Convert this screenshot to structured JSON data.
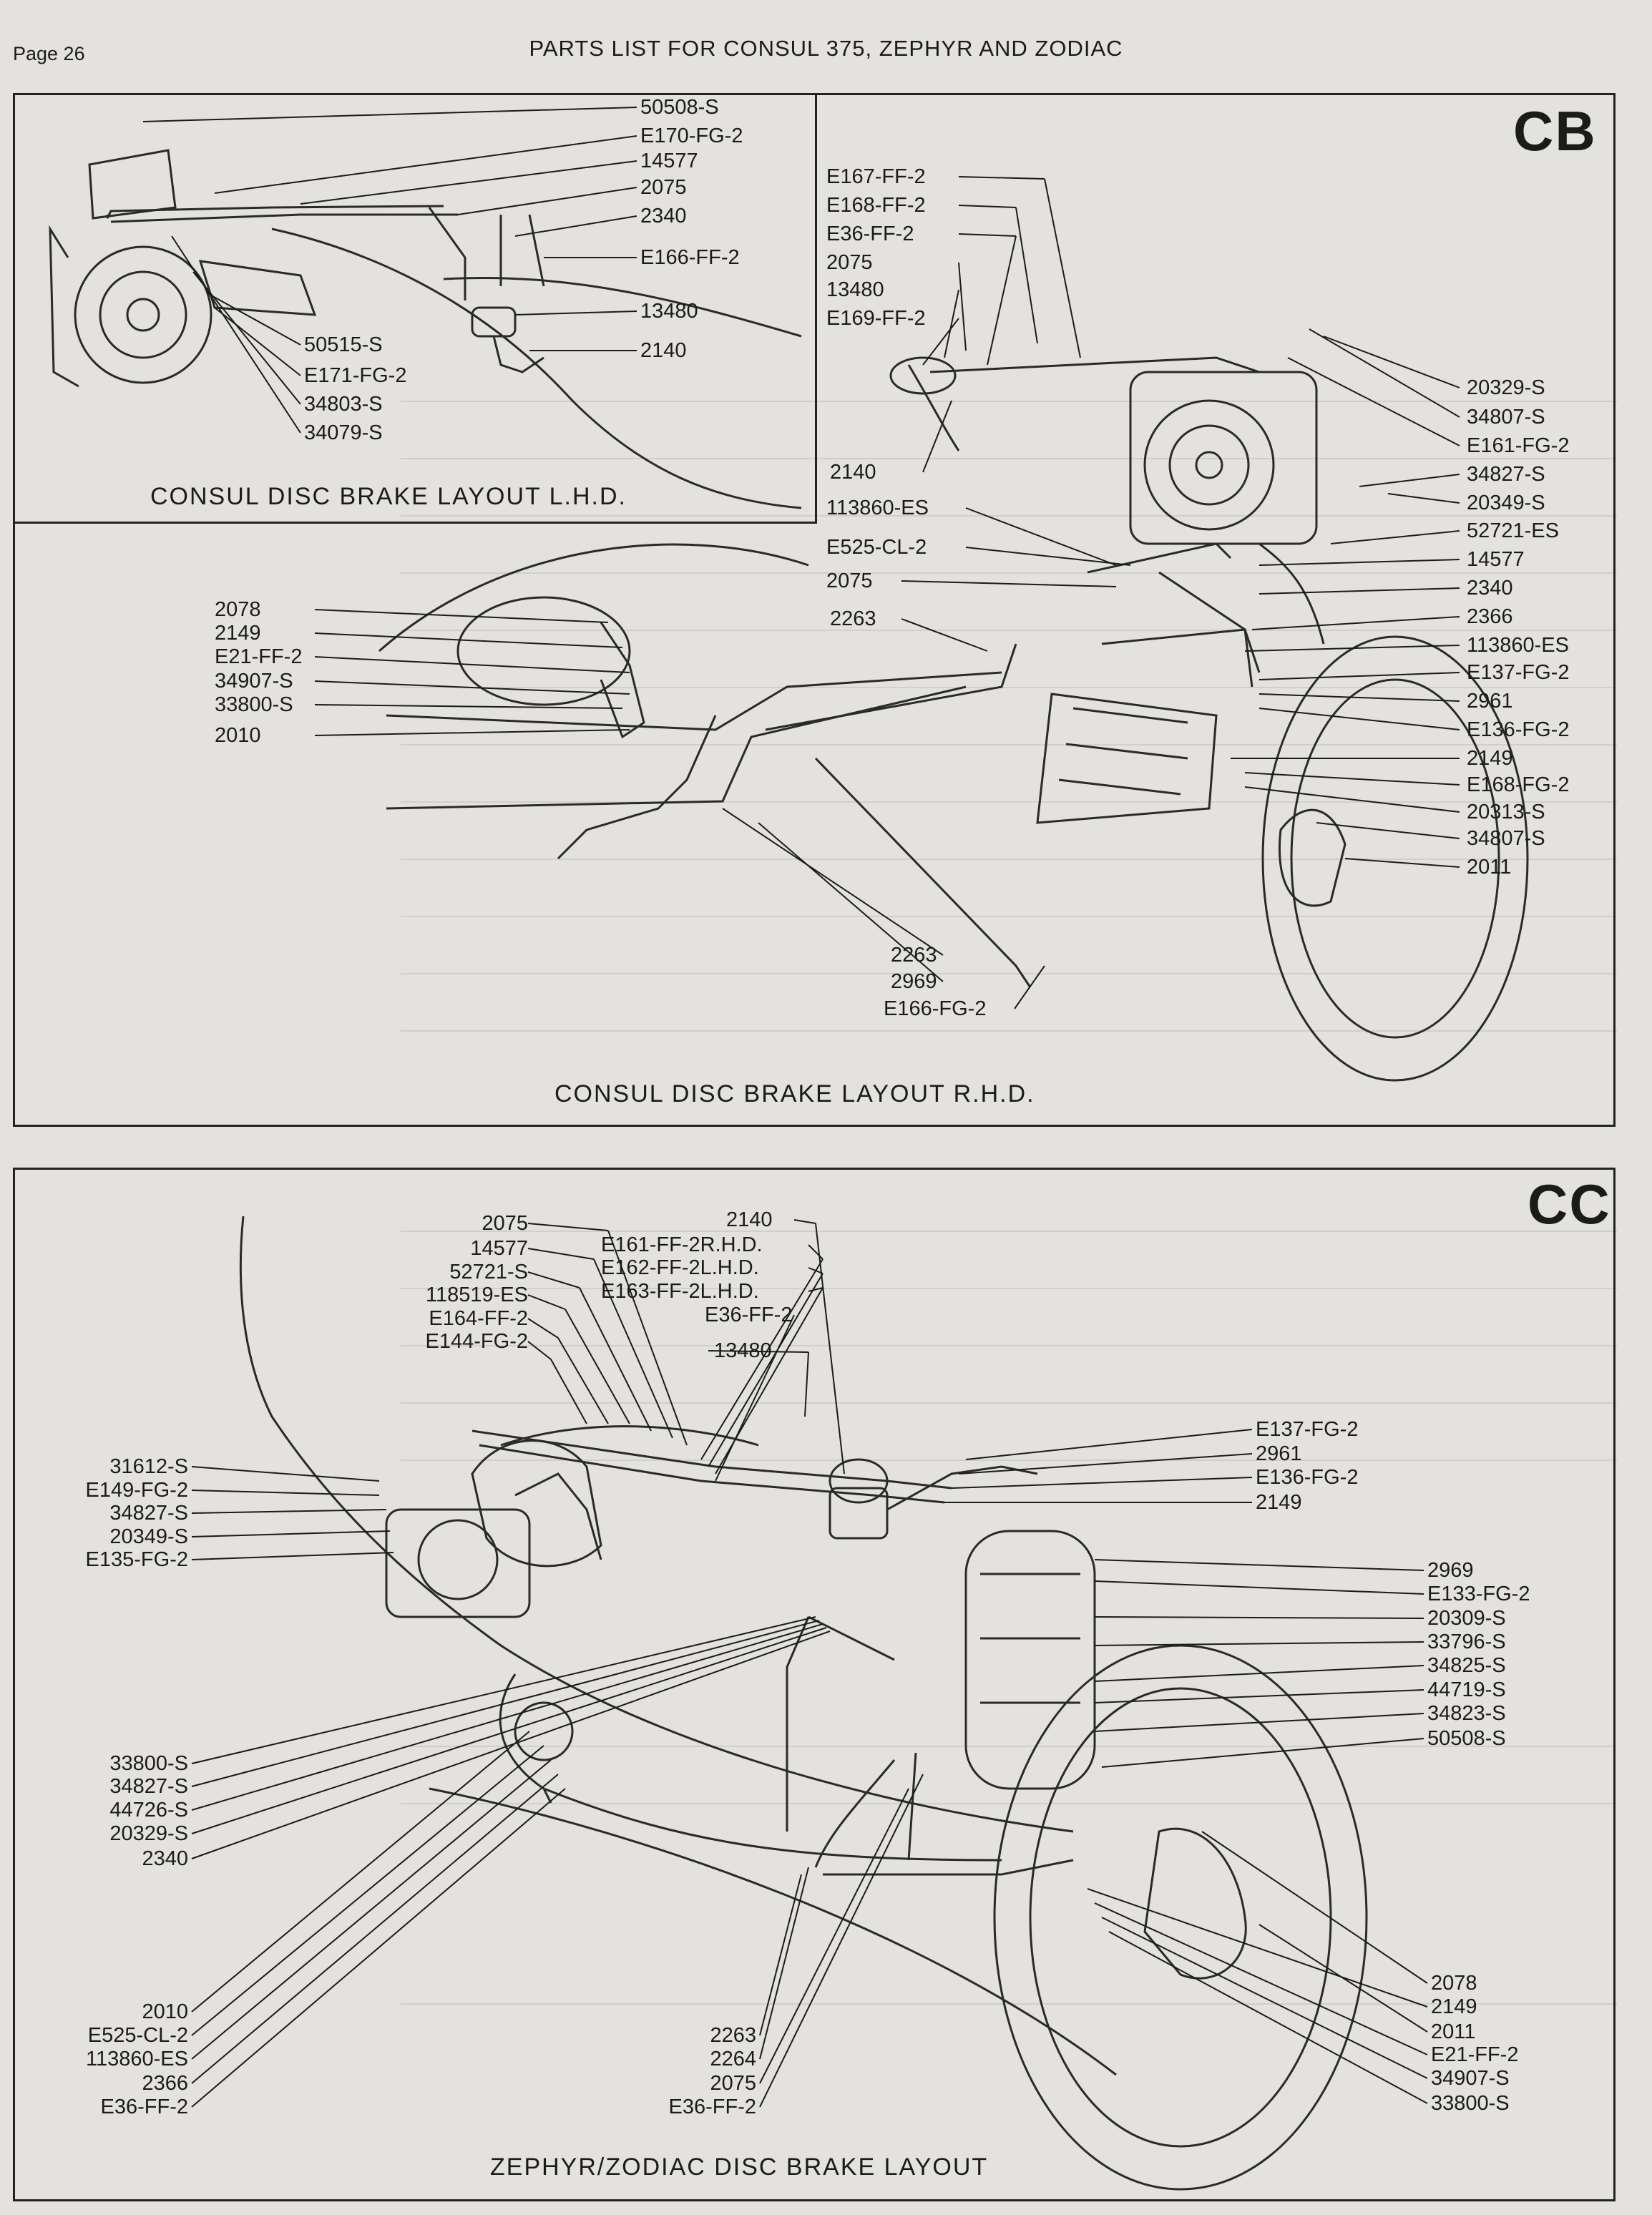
{
  "page": {
    "number": "Page 26",
    "title": "PARTS LIST FOR CONSUL 375, ZEPHYR AND ZODIAC"
  },
  "figures": {
    "cb": {
      "code": "CB",
      "lhd_caption": "CONSUL DISC BRAKE LAYOUT L.H.D.",
      "rhd_caption": "CONSUL DISC BRAKE LAYOUT R.H.D.",
      "lhd_labels": [
        "50508-S",
        "E170-FG-2",
        "14577",
        "2075",
        "2340",
        "E166-FF-2",
        "13480",
        "2140",
        "50515-S",
        "E171-FG-2",
        "34803-S",
        "34079-S"
      ],
      "rhd_left_labels": [
        "2078",
        "2149",
        "E21-FF-2",
        "34907-S",
        "33800-S",
        "2010"
      ],
      "rhd_upper_labels": [
        "E167-FF-2",
        "E168-FF-2",
        "E36-FF-2",
        "2075",
        "13480",
        "E169-FF-2",
        "2140",
        "113860-ES",
        "E525-CL-2",
        "2075",
        "2263"
      ],
      "rhd_right_labels": [
        "20329-S",
        "34807-S",
        "E161-FG-2",
        "34827-S",
        "20349-S",
        "52721-ES",
        "14577",
        "2340",
        "2366",
        "113860-ES",
        "E137-FG-2",
        "2961",
        "E136-FG-2",
        "2149",
        "E168-FG-2",
        "20313-S",
        "34807-S",
        "2011"
      ],
      "rhd_bottom_labels": [
        "2263",
        "2969",
        "E166-FG-2"
      ]
    },
    "cc": {
      "code": "CC",
      "caption": "ZEPHYR/ZODIAC DISC BRAKE LAYOUT",
      "top_left_labels": [
        "2075",
        "14577",
        "52721-S",
        "118519-ES",
        "E164-FF-2",
        "E144-FG-2"
      ],
      "top_mid_labels": [
        "2140",
        "E161-FF-2R.H.D.",
        "E162-FF-2L.H.D.",
        "E163-FF-2L.H.D.",
        "E36-FF-2",
        "13480"
      ],
      "left_labels": [
        "31612-S",
        "E149-FG-2",
        "34827-S",
        "20349-S",
        "E135-FG-2"
      ],
      "right_upper_labels": [
        "E137-FG-2",
        "2961",
        "E136-FG-2",
        "2149"
      ],
      "right_mid_labels": [
        "2969",
        "E133-FG-2",
        "20309-S",
        "33796-S",
        "34825-S",
        "44719-S",
        "34823-S",
        "50508-S"
      ],
      "left_mid_labels": [
        "33800-S",
        "34827-S",
        "44726-S",
        "20329-S",
        "2340"
      ],
      "left_bottom_labels": [
        "2010",
        "E525-CL-2",
        "113860-ES",
        "2366",
        "E36-FF-2"
      ],
      "bottom_mid_labels": [
        "2263",
        "2264",
        "2075",
        "E36-FF-2"
      ],
      "right_bottom_labels": [
        "2078",
        "2149",
        "2011",
        "E21-FF-2",
        "34907-S",
        "33800-S"
      ]
    }
  }
}
